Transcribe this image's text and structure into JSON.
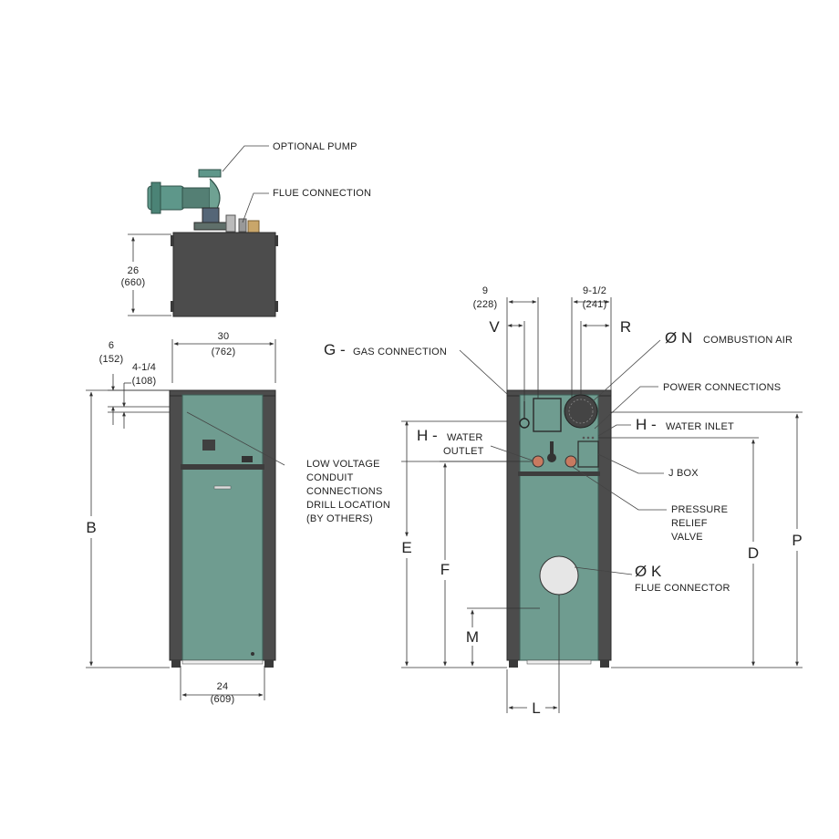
{
  "labels": {
    "optional_pump": "OPTIONAL PUMP",
    "flue_connection": "FLUE CONNECTION",
    "gas_prefix": "G -",
    "gas_connection": "GAS CONNECTION",
    "n_letter": "Ø N",
    "combustion_air": "COMBUSTION AIR",
    "power_connections": "POWER CONNECTIONS",
    "h_prefix_inlet": "H -",
    "water_inlet": "WATER INLET",
    "h_prefix_outlet": "H -",
    "water_outlet_1": "WATER",
    "water_outlet_2": "OUTLET",
    "j_box": "J BOX",
    "pressure_relief_1": "PRESSURE",
    "pressure_relief_2": "RELIEF",
    "pressure_relief_3": "VALVE",
    "k_letter": "Ø K",
    "flue_connector": "FLUE CONNECTOR",
    "low_voltage_1": "LOW VOLTAGE",
    "low_voltage_2": "CONDUIT",
    "low_voltage_3": "CONNECTIONS",
    "low_voltage_4": "DRILL LOCATION",
    "low_voltage_5": "(BY OTHERS)"
  },
  "dimensions": {
    "top_depth": "26",
    "top_depth_mm": "(660)",
    "width": "30",
    "width_mm": "(762)",
    "side_6": "6",
    "side_6_mm": "(152)",
    "side_4_1_4": "4-1/4",
    "side_4_1_4_mm": "(108)",
    "base_width": "24",
    "base_width_mm": "(609)",
    "dim_9": "9",
    "dim_9_mm": "(228)",
    "dim_9_1_2": "9-1/2",
    "dim_9_1_2_mm": "(241)"
  },
  "letters": {
    "B": "B",
    "E": "E",
    "F": "F",
    "M": "M",
    "L": "L",
    "D": "D",
    "P": "P",
    "V": "V",
    "R": "R"
  }
}
